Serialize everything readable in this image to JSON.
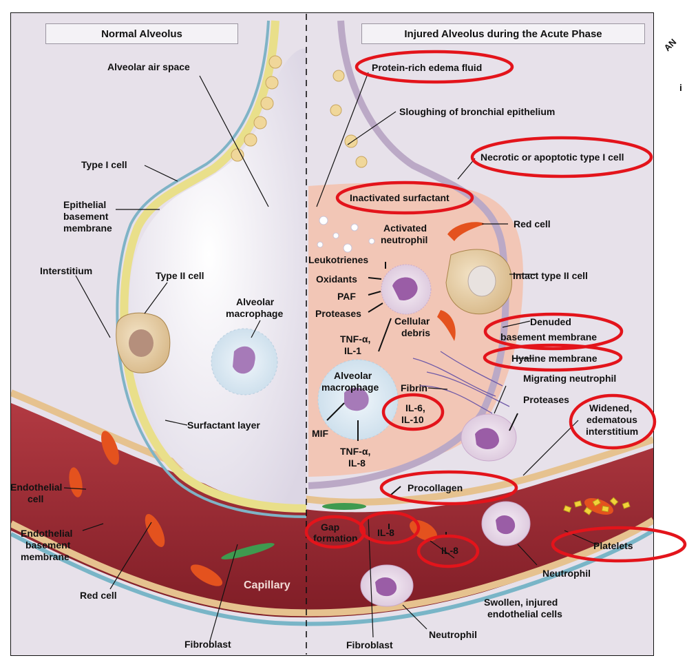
{
  "headers": {
    "left": "Normal Alveolus",
    "right": "Injured Alveolus during the Acute Phase"
  },
  "left_labels": {
    "alveolar_air_space": "Alveolar air space",
    "type1_cell": "Type I cell",
    "epithelial_bm": [
      "Epithelial",
      "basement",
      "membrane"
    ],
    "interstitium": "Interstitium",
    "type2_cell": "Type II cell",
    "alveolar_macrophage": [
      "Alveolar",
      "macrophage"
    ],
    "surfactant_layer": "Surfactant layer",
    "endothelial_cell": [
      "Endothelial",
      "cell"
    ],
    "endothelial_bm": [
      "Endothelial",
      "basement",
      "membrane"
    ],
    "red_cell": "Red cell",
    "capillary": "Capillary",
    "fibroblast": "Fibroblast"
  },
  "right_labels": {
    "protein_rich": "Protein-rich edema fluid",
    "sloughing": "Sloughing of bronchial epithelium",
    "necrotic": "Necrotic or apoptotic type I cell",
    "inactivated_surfactant": "Inactivated surfactant",
    "activated_neutrophil": [
      "Activated",
      "neutrophil"
    ],
    "red_cell": "Red cell",
    "leukotrienes": "Leukotrienes",
    "oxidants": "Oxidants",
    "paf": "PAF",
    "proteases": "Proteases",
    "intact_type2": "Intact type II cell",
    "cellular_debris": [
      "Cellular",
      "debris"
    ],
    "tnf_il1": [
      "TNF-α,",
      "IL-1"
    ],
    "denuded": [
      "Denuded",
      "basement membrane"
    ],
    "hyaline": "Hyaline membrane",
    "alveolar_macrophage": [
      "Alveolar",
      "macrophage"
    ],
    "fibrin": "Fibrin",
    "migrating_neutrophil": "Migrating neutrophil",
    "il6_il10": [
      "IL-6,",
      "IL-10"
    ],
    "proteases2": "Proteases",
    "widened": [
      "Widened,",
      "edematous",
      "interstitium"
    ],
    "mif": "MIF",
    "tnf_il8": [
      "TNF-α,",
      "IL-8"
    ],
    "procollagen": "Procollagen",
    "gap_formation": [
      "Gap",
      "formation"
    ],
    "il8_a": "IL-8",
    "il8_b": "IL-8",
    "platelets": "Platelets",
    "neutrophil_right": "Neutrophil",
    "swollen": [
      "Swollen, injured",
      "endothelial cells"
    ],
    "fibroblast": "Fibroblast",
    "neutrophil_bottom": "Neutrophil"
  },
  "margin_text": {
    "rotated": "AN",
    "fragment": "i"
  },
  "colors": {
    "highlight_ellipse": "#e3141b",
    "epithelium": "#e9df8a",
    "capillary": "#9e2a33",
    "edema": "#f2c6b6",
    "red_cell": "#e4521e"
  }
}
